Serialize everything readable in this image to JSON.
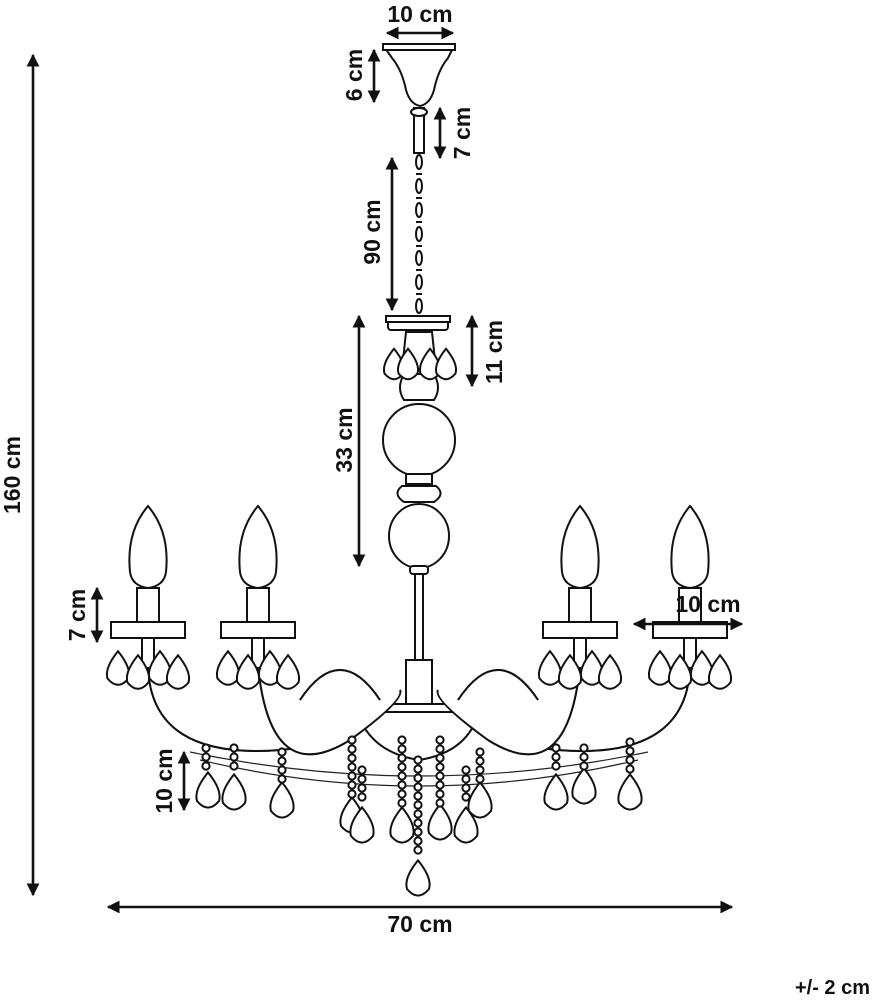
{
  "dimensions": {
    "canopy_width": "10 cm",
    "canopy_height": "6 cm",
    "rod_length": "7 cm",
    "chain_length": "90 cm",
    "collar_height": "11 cm",
    "column_height": "33 cm",
    "total_height": "160 cm",
    "candle_height": "7 cm",
    "cup_width": "10 cm",
    "drop_height": "10 cm",
    "total_width": "70 cm"
  },
  "tolerance": "+/- 2 cm",
  "colors": {
    "line": "#111111",
    "background": "#ffffff"
  }
}
